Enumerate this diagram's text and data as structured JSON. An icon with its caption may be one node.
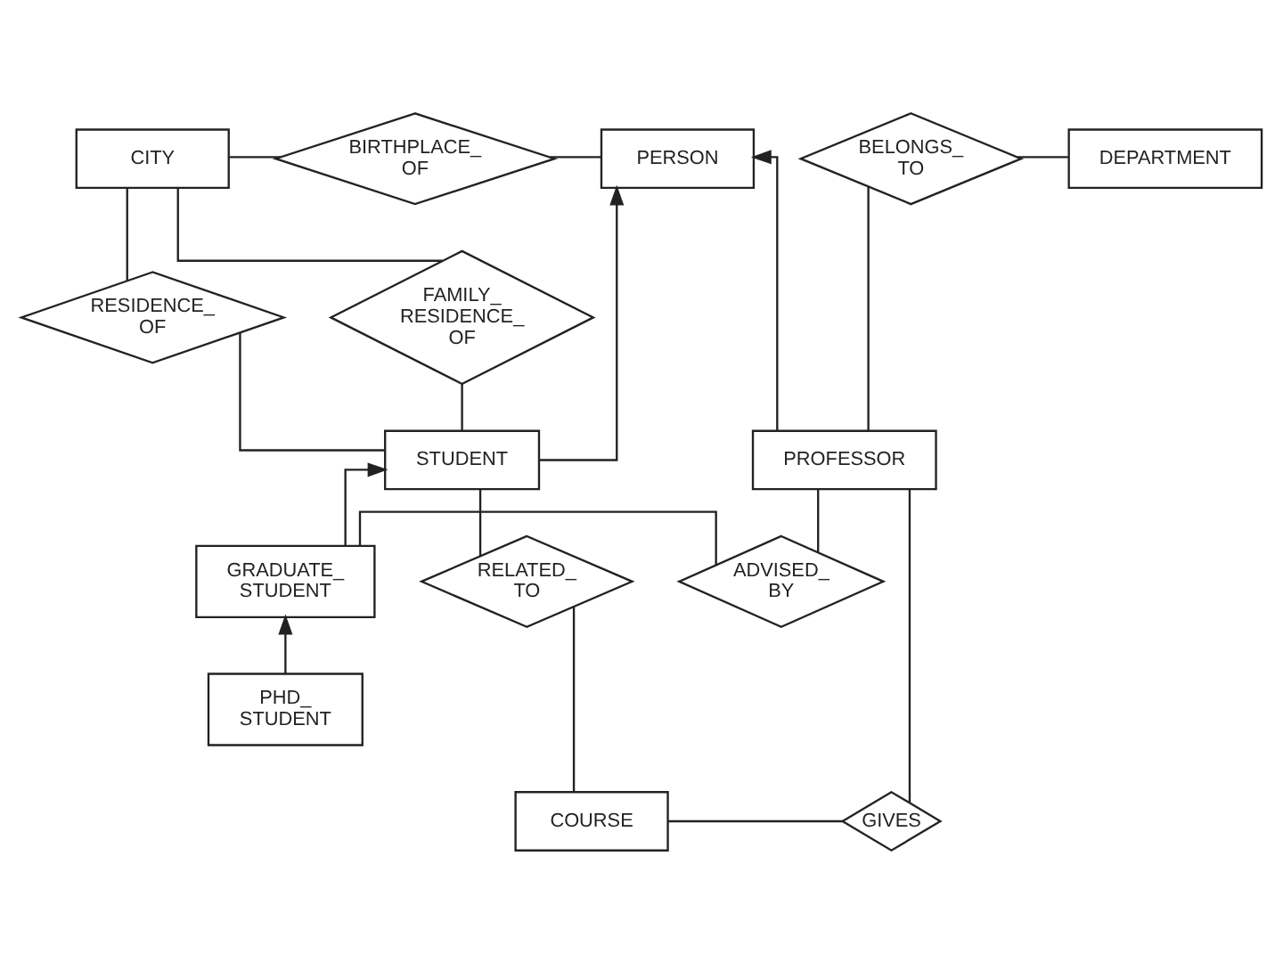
{
  "diagram": {
    "nodes": [
      {
        "text": [
          "CITY"
        ]
      },
      {
        "text": [
          "BIRTHPLACE_ OF"
        ]
      },
      {
        "text": [
          "PERSON"
        ]
      },
      {
        "text": [
          "BELONGS_ TO"
        ]
      },
      {
        "text": [
          "DEPARTMENT"
        ]
      },
      {
        "text": [
          "FAMILY_ RESIDENCE_ OF"
        ]
      },
      {
        "text": [
          "RESIDENCE_ OF"
        ]
      },
      {
        "text": [
          "STUDENT"
        ]
      },
      {
        "text": [
          "PROFESSOR"
        ]
      },
      {
        "text": [
          "RELATED_ TO"
        ]
      },
      {
        "text": [
          "GRADUATE_ STUDENT"
        ]
      },
      {
        "text": [
          "ADVISED_ BY"
        ]
      },
      {
        "text": [
          "PHD_ STUDENT"
        ]
      },
      {
        "text": [
          "COURSE"
        ]
      },
      {
        "text": [
          "GIVES"
        ]
      }
    ],
    "edges": [
      {
        "from": 0,
        "to": 1,
        "arrow": "none"
      },
      {
        "from": 1,
        "to": 2,
        "arrow": "none"
      },
      {
        "from": 3,
        "to": 4,
        "arrow": "none"
      },
      {
        "from": 6,
        "to": 0,
        "arrow": "none"
      },
      {
        "from": 5,
        "to": 0,
        "arrow": "none"
      },
      {
        "from": 7,
        "to": 6,
        "arrow": "none"
      },
      {
        "from": 7,
        "to": 5,
        "arrow": "none"
      },
      {
        "from": 7,
        "to": 2,
        "arrow": "to"
      },
      {
        "from": 8,
        "to": 2,
        "arrow": "to"
      },
      {
        "from": 8,
        "to": 3,
        "arrow": "none"
      },
      {
        "from": 9,
        "to": 7,
        "arrow": "none"
      },
      {
        "from": 13,
        "to": 9,
        "arrow": "none"
      },
      {
        "from": 10,
        "to": 7,
        "arrow": "to"
      },
      {
        "from": 10,
        "to": 11,
        "arrow": "none"
      },
      {
        "from": 11,
        "to": 8,
        "arrow": "none"
      },
      {
        "from": 12,
        "to": 10,
        "arrow": "to"
      },
      {
        "from": 13,
        "to": 14,
        "arrow": "none"
      },
      {
        "from": 14,
        "to": 8,
        "arrow": "none"
      }
    ]
  }
}
